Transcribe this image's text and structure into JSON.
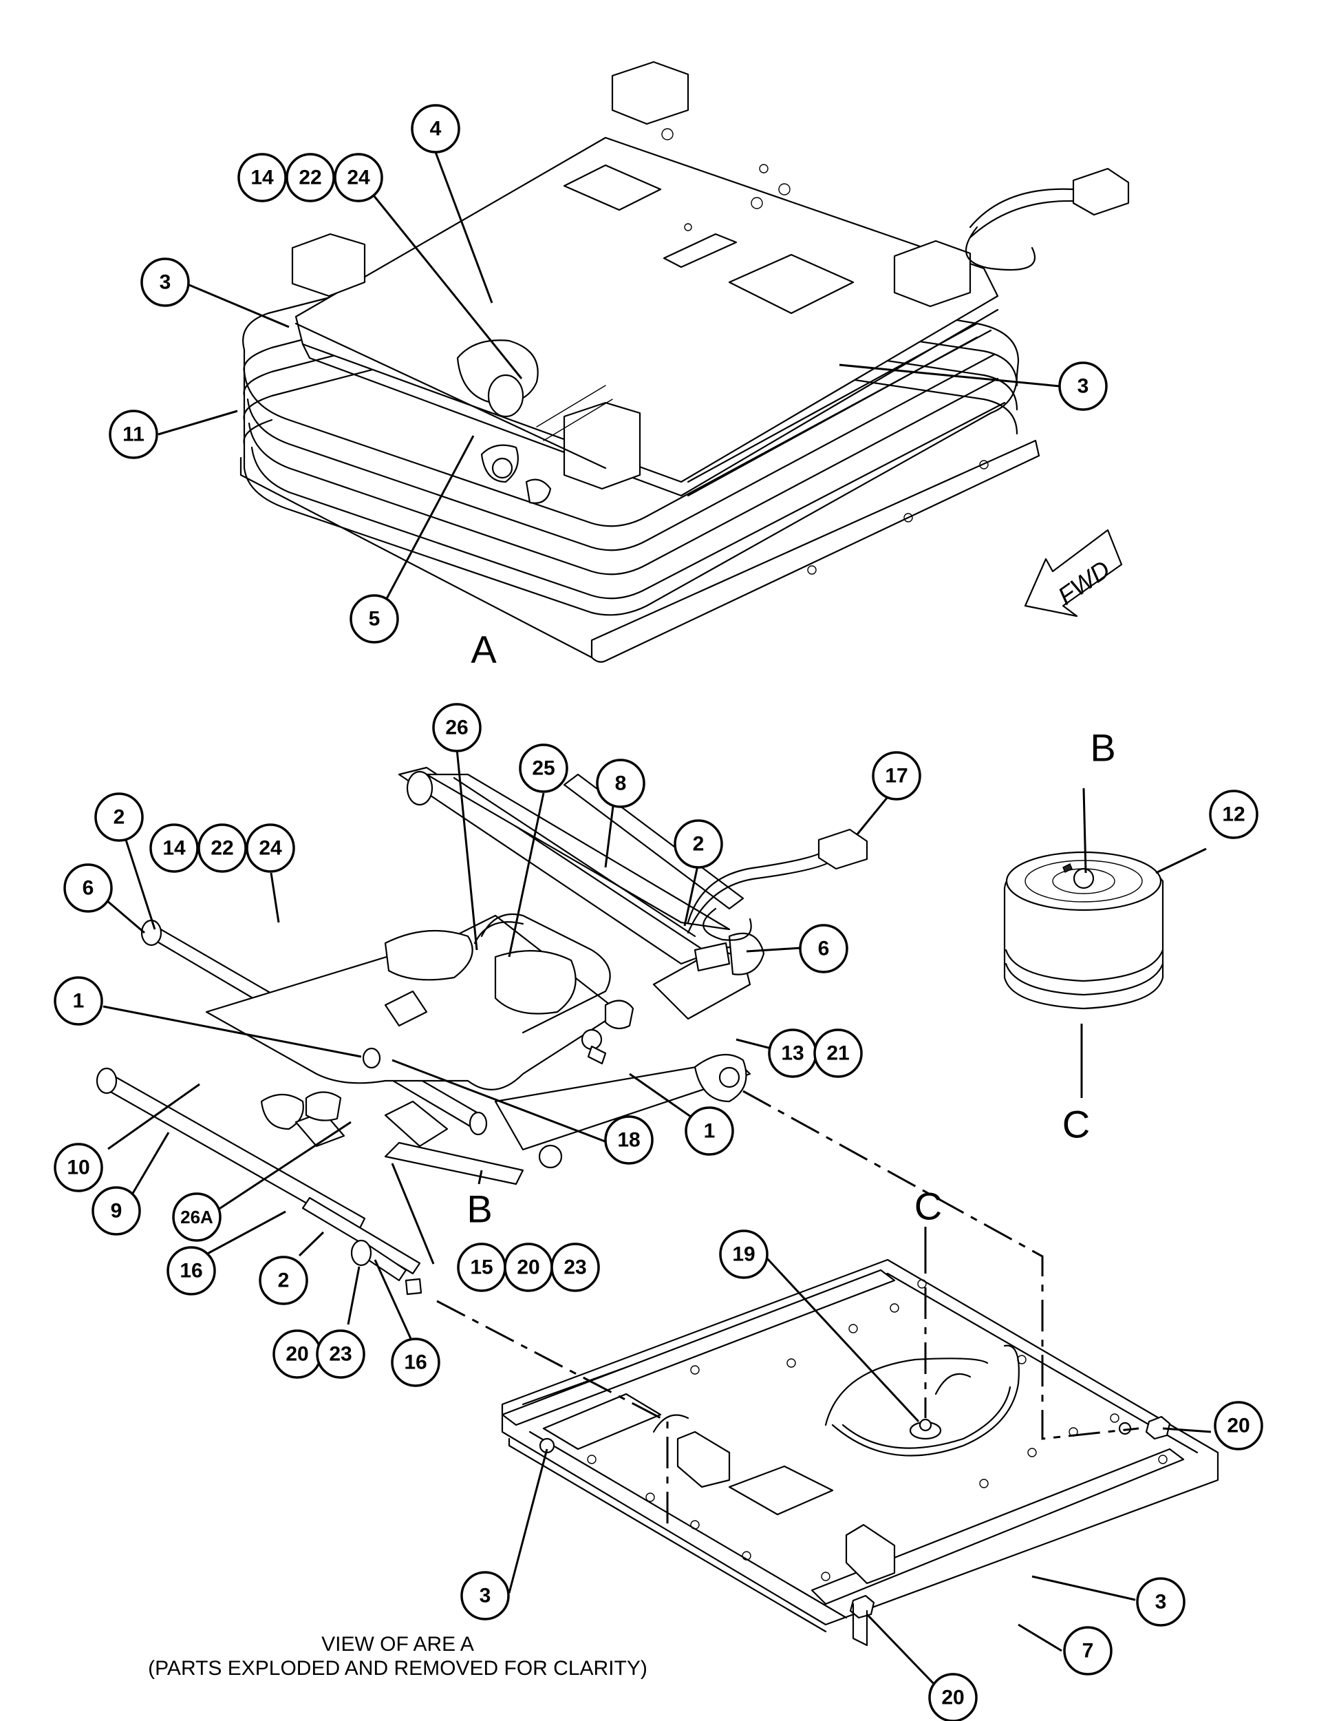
{
  "callouts": [
    {
      "id": "c4",
      "label": "4"
    },
    {
      "id": "c14a",
      "label": "14"
    },
    {
      "id": "c22a",
      "label": "22"
    },
    {
      "id": "c24a",
      "label": "24"
    },
    {
      "id": "c3a",
      "label": "3"
    },
    {
      "id": "c11",
      "label": "11"
    },
    {
      "id": "c3b",
      "label": "3"
    },
    {
      "id": "c5",
      "label": "5"
    },
    {
      "id": "c26",
      "label": "26"
    },
    {
      "id": "c25",
      "label": "25"
    },
    {
      "id": "c8",
      "label": "8"
    },
    {
      "id": "c17",
      "label": "17"
    },
    {
      "id": "c2a",
      "label": "2"
    },
    {
      "id": "c14b",
      "label": "14"
    },
    {
      "id": "c22b",
      "label": "22"
    },
    {
      "id": "c24b",
      "label": "24"
    },
    {
      "id": "c2b",
      "label": "2"
    },
    {
      "id": "c12",
      "label": "12"
    },
    {
      "id": "c6a",
      "label": "6"
    },
    {
      "id": "c6b",
      "label": "6"
    },
    {
      "id": "c1a",
      "label": "1"
    },
    {
      "id": "c13",
      "label": "13"
    },
    {
      "id": "c21",
      "label": "21"
    },
    {
      "id": "c1b",
      "label": "1"
    },
    {
      "id": "c18",
      "label": "18"
    },
    {
      "id": "c10",
      "label": "10"
    },
    {
      "id": "c9",
      "label": "9"
    },
    {
      "id": "c26A",
      "label": "26A"
    },
    {
      "id": "c16a",
      "label": "16"
    },
    {
      "id": "c2c",
      "label": "2"
    },
    {
      "id": "c15",
      "label": "15"
    },
    {
      "id": "c20a",
      "label": "20"
    },
    {
      "id": "c23a",
      "label": "23"
    },
    {
      "id": "c19",
      "label": "19"
    },
    {
      "id": "c20b",
      "label": "20"
    },
    {
      "id": "c23b",
      "label": "23"
    },
    {
      "id": "c16b",
      "label": "16"
    },
    {
      "id": "c20c",
      "label": "20"
    },
    {
      "id": "c3c",
      "label": "3"
    },
    {
      "id": "c3d",
      "label": "3"
    },
    {
      "id": "c7",
      "label": "7"
    },
    {
      "id": "c20d",
      "label": "20"
    }
  ],
  "view_letters": {
    "a": "A",
    "b_top": "B",
    "b_mid": "B",
    "c_top": "C",
    "c_bottom": "C"
  },
  "fwd_label": "FWD",
  "caption": {
    "line1": "VIEW OF ARE A",
    "line2": "(PARTS EXPLODED AND REMOVED FOR CLARITY)"
  }
}
